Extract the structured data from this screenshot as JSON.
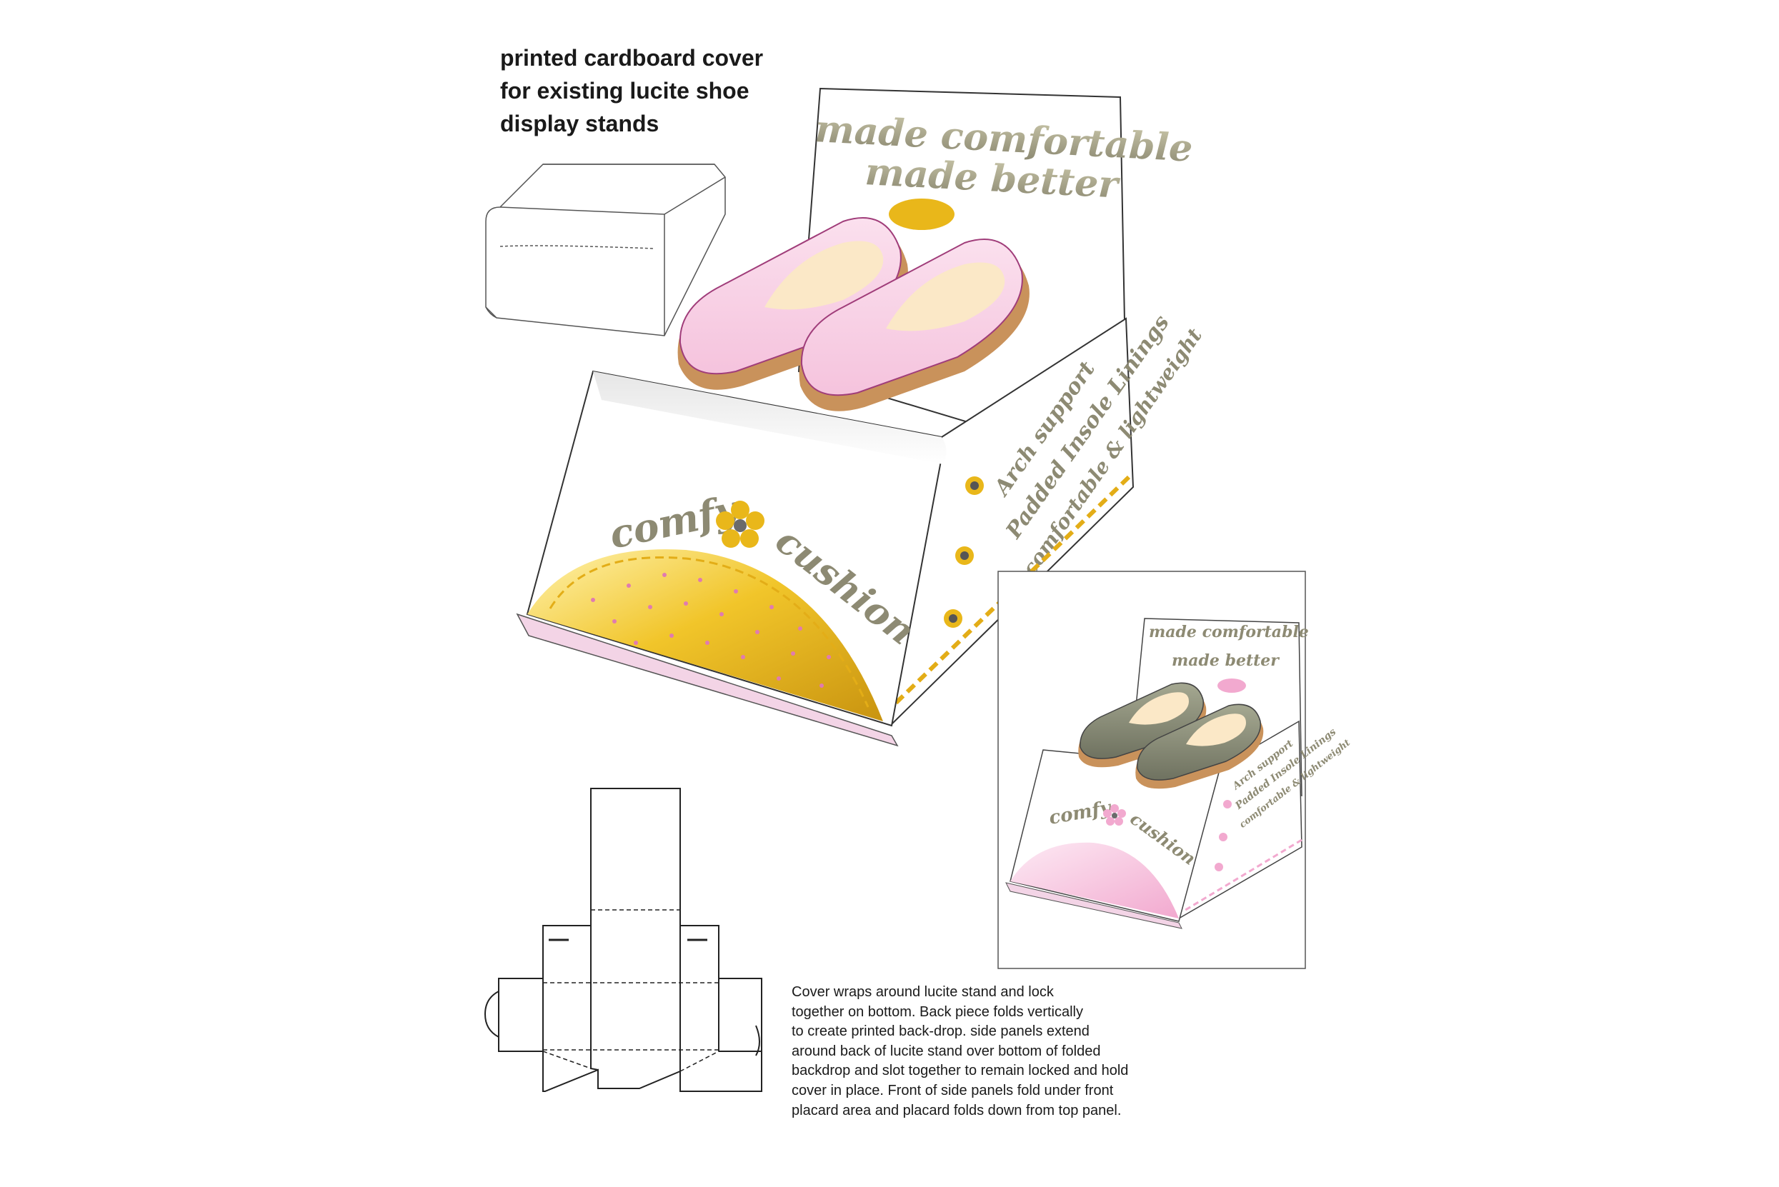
{
  "heading": {
    "lines": [
      "printed cardboard cover",
      "for existing lucite shoe",
      "display stands"
    ]
  },
  "main_display": {
    "backdrop_line1": "made comfortable",
    "backdrop_line2": "made better",
    "front_word1": "comfy",
    "front_word2": "cushion",
    "side_features": [
      "Arch support",
      "Padded Insole Linings",
      "comfortable & lightweight"
    ],
    "shoe_color": "#f8d3e6",
    "accent_gold": "#e9b71a"
  },
  "variant_display": {
    "backdrop_line1": "made comfortable",
    "backdrop_line2": "made better",
    "front_word1": "comfy",
    "front_word2": "cushion",
    "side_features": [
      "Arch support",
      "Padded Insole Linings",
      "comfortable & lightweight"
    ],
    "shoe_color": "#8c8f7b",
    "accent_pink": "#f2b6d5"
  },
  "description": {
    "lines": [
      "Cover wraps around lucite stand and lock",
      "together on bottom. Back piece folds vertically",
      "to create printed back-drop. side panels extend",
      "around back of lucite stand over bottom of folded",
      "backdrop and slot together to remain locked and hold",
      "cover in place. Front of side panels fold under front",
      "placard area and placard folds down from top panel."
    ]
  }
}
